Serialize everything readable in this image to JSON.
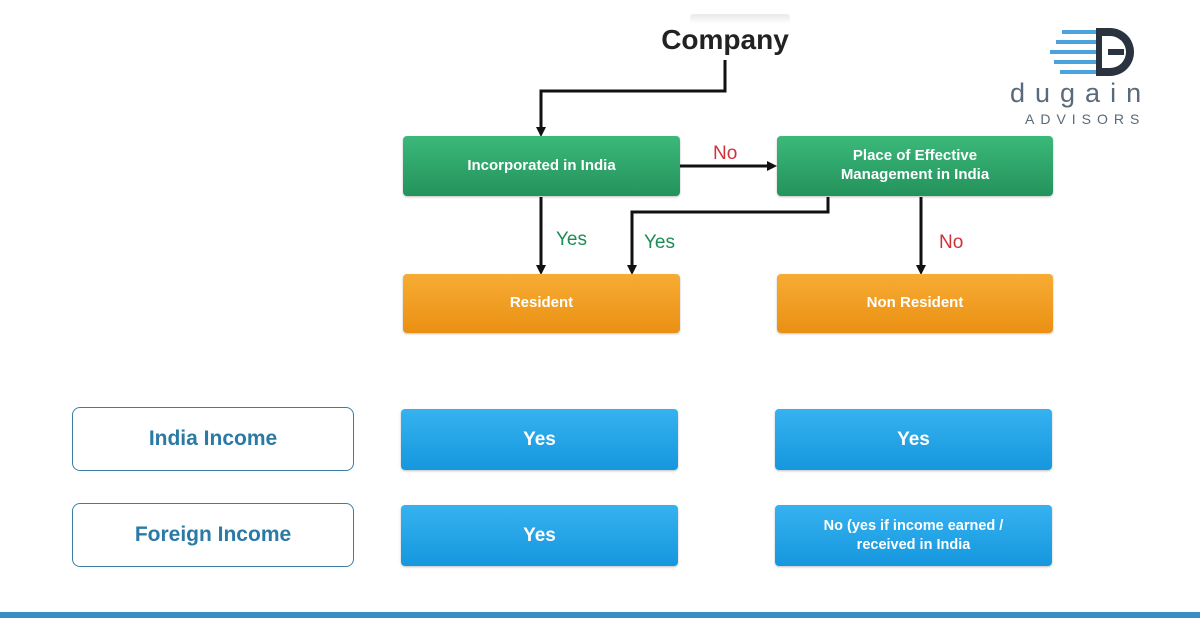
{
  "title": "Company",
  "logo": {
    "name": "dugain",
    "subtitle": "ADVISORS",
    "letter": "G",
    "colors": {
      "text": "#5a6a78",
      "accent": "#4aa3dc",
      "dark": "#2a3340"
    }
  },
  "nodes": {
    "incorporated": "Incorporated in India",
    "poem": "Place of Effective Management in India",
    "resident": "Resident",
    "non_resident": "Non Resident"
  },
  "edges": {
    "inc_to_poem": "No",
    "inc_to_resident": "Yes",
    "poem_to_resident": "Yes",
    "poem_to_nonresident": "No"
  },
  "rows": [
    {
      "label": "India Income",
      "resident": "Yes",
      "non_resident": "Yes"
    },
    {
      "label": "Foreign Income",
      "resident": "Yes",
      "non_resident": "No (yes if income earned / received in India"
    }
  ],
  "colors": {
    "green": "#2aa56a",
    "orange": "#f39c1f",
    "blue": "#22a3e6",
    "yes_text": "#1e8c55",
    "no_text": "#d0323b",
    "label_text": "#2a7aa6"
  }
}
